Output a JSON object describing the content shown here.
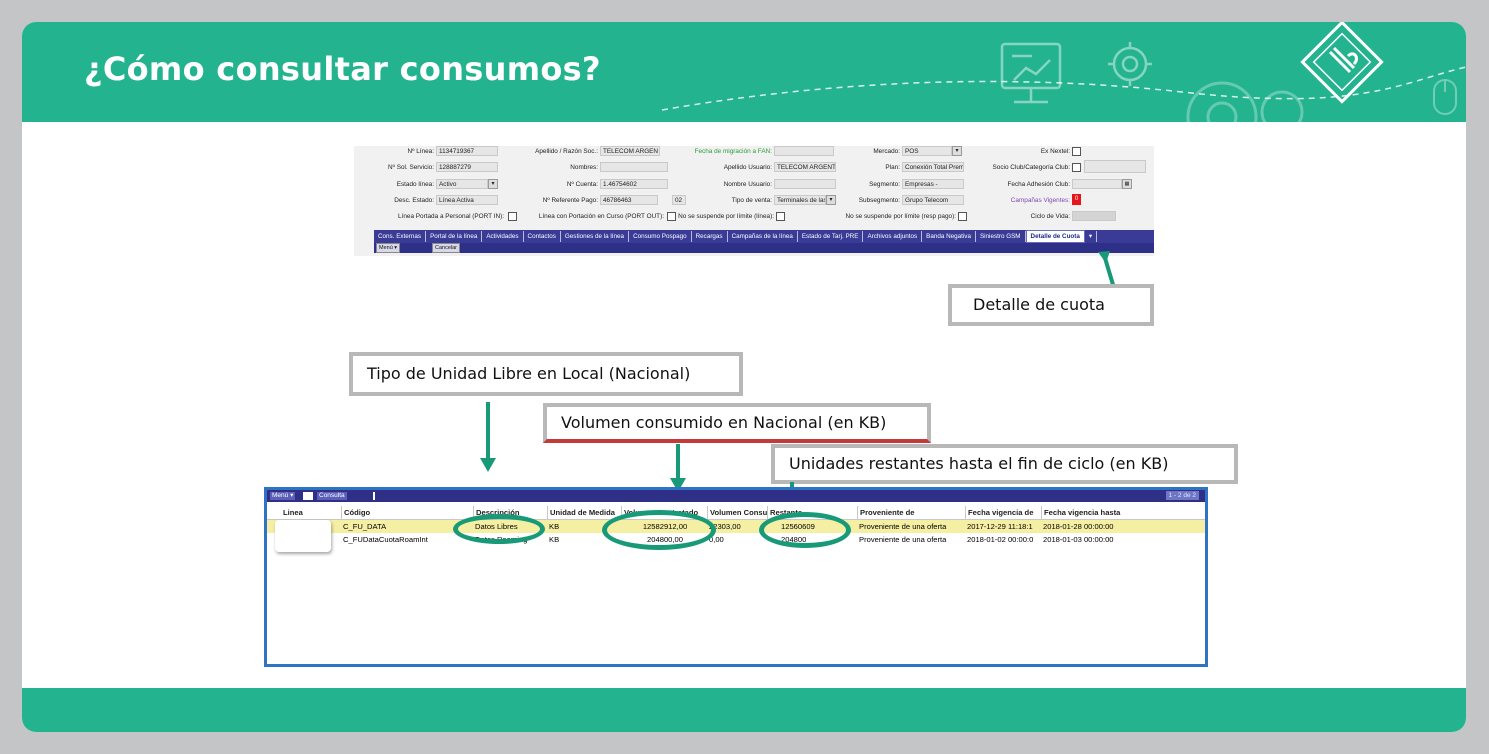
{
  "slide": {
    "title": "¿Cómo consultar consumos?"
  },
  "colors": {
    "brand_green": "#23b38f",
    "ellipse_green": "#189a78",
    "tab_bar": "#3a3b96"
  },
  "top_form": {
    "fields": [
      {
        "label": "Nº Línea:",
        "value": "1134719367"
      },
      {
        "label": "Nº Sol. Servicio:",
        "value": "128887279"
      },
      {
        "label": "Estado línea:",
        "value": "Activo"
      },
      {
        "label": "Desc. Estado:",
        "value": "Línea Activa"
      },
      {
        "label": "Apellido / Razón Soc.:",
        "value": "TELECOM ARGEN"
      },
      {
        "label": "Nombres:",
        "value": ""
      },
      {
        "label": "Nº Cuenta:",
        "value": "1.46754602"
      },
      {
        "label": "Nº Referente Pago:",
        "value": "46786463"
      },
      {
        "label": "Fecha de migración a FAN:",
        "value": ""
      },
      {
        "label": "Apellido Usuario:",
        "value": "TELECOM ARGENTI"
      },
      {
        "label": "Nombre Usuario:",
        "value": ""
      },
      {
        "label": "Tipo de venta:",
        "value": "Terminales de las"
      },
      {
        "label": "Mercado:",
        "value": "POS"
      },
      {
        "label": "Plan:",
        "value": "Conexión Total Prem"
      },
      {
        "label": "Segmento:",
        "value": "Empresas -"
      },
      {
        "label": "Subsegmento:",
        "value": "Grupo Telecom"
      },
      {
        "label": "Ex Nextel:",
        "value": ""
      },
      {
        "label": "Socio Club/Categoría Club:",
        "value": ""
      },
      {
        "label": "Fecha Adhesión Club:",
        "value": ""
      },
      {
        "label": "Campañas Vigentes:",
        "value": "0"
      },
      {
        "label": "Ciclo de Vida:",
        "value": ""
      }
    ],
    "ref_code": "02",
    "checkbox_labels": {
      "portada_in": "Línea Portada a Personal (PORT IN):",
      "portada_out": "Línea con Portación en Curso (PORT OUT):",
      "no_suspende_linea": "No se suspende por límite (línea):",
      "no_suspende_resp": "No se suspende por límite (resp pago):"
    },
    "tabs": [
      "Cons. Externas",
      "Portal de la línea",
      "Actividades",
      "Contactos",
      "Gestiones de la línea",
      "Consumo Pospago",
      "Recargas",
      "Campañas de la línea",
      "Estado de Tarj. PRE",
      "Archivos adjuntos",
      "Banda Negativa",
      "Siniestro GSM",
      "Detalle de Cuota"
    ],
    "sub_buttons": {
      "menu": "Menú ▾",
      "cancel": "Cancelar"
    }
  },
  "callouts": {
    "detalle_cuota": "Detalle de cuota",
    "tipo_unidad": "Tipo de Unidad Libre en Local (Nacional)",
    "volumen_consumido": "Volumen consumido en Nacional (en KB)",
    "unidades_restantes": "Unidades restantes hasta el fin de ciclo (en KB)"
  },
  "bottom_table": {
    "toolbar": {
      "menu": "Menú ▾",
      "query": "Consulta",
      "pager": "1 - 2 de 2"
    },
    "columns": [
      "Linea",
      "Código",
      "Descripción",
      "Unidad de Medida",
      "Volumen Contratado",
      "Volumen Consumido",
      "Restante",
      "Proveniente de",
      "Fecha vigencia de",
      "Fecha vigencia hasta"
    ],
    "rows": [
      {
        "linea": "",
        "codigo": "C_FU_DATA",
        "descripcion": "Datos Libres",
        "unidad": "KB",
        "contratado": "12582912,00",
        "consumido": "22303,00",
        "restante": "12560609",
        "proveniente": "Proveniente de una oferta",
        "desde": "2017-12-29 11:18:1",
        "hasta": "2018-01-28 00:00:00"
      },
      {
        "linea": "",
        "codigo": "C_FUDataCuotaRoamInt",
        "descripcion": "Datos Roaming",
        "unidad": "KB",
        "contratado": "204800,00",
        "consumido": "0,00",
        "restante": "204800",
        "proveniente": "Proveniente de una oferta",
        "desde": "2018-01-02 00:00:0",
        "hasta": "2018-01-03 00:00:00"
      }
    ]
  }
}
